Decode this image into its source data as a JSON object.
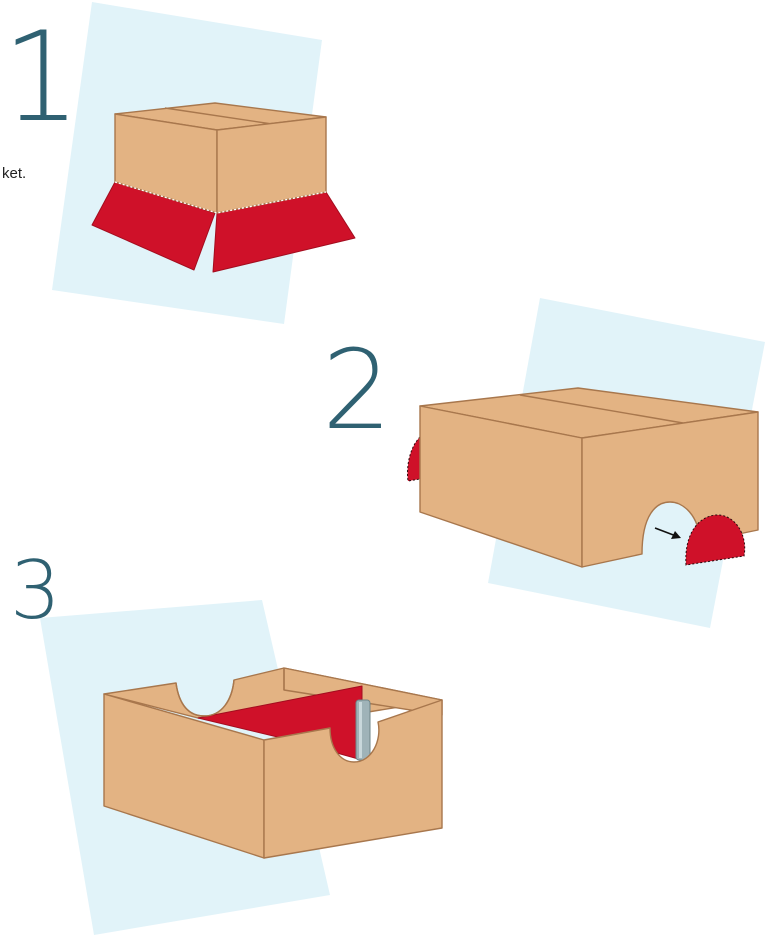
{
  "steps": [
    {
      "number": "1",
      "caption_fragment": "ket."
    },
    {
      "number": "2"
    },
    {
      "number": "3"
    }
  ],
  "colors": {
    "background_card": "#e1f3f9",
    "cardboard": "#e3b383",
    "cardboard_edge": "#a8774d",
    "red_part": "#cf1129",
    "step_number": "#2f6172"
  }
}
